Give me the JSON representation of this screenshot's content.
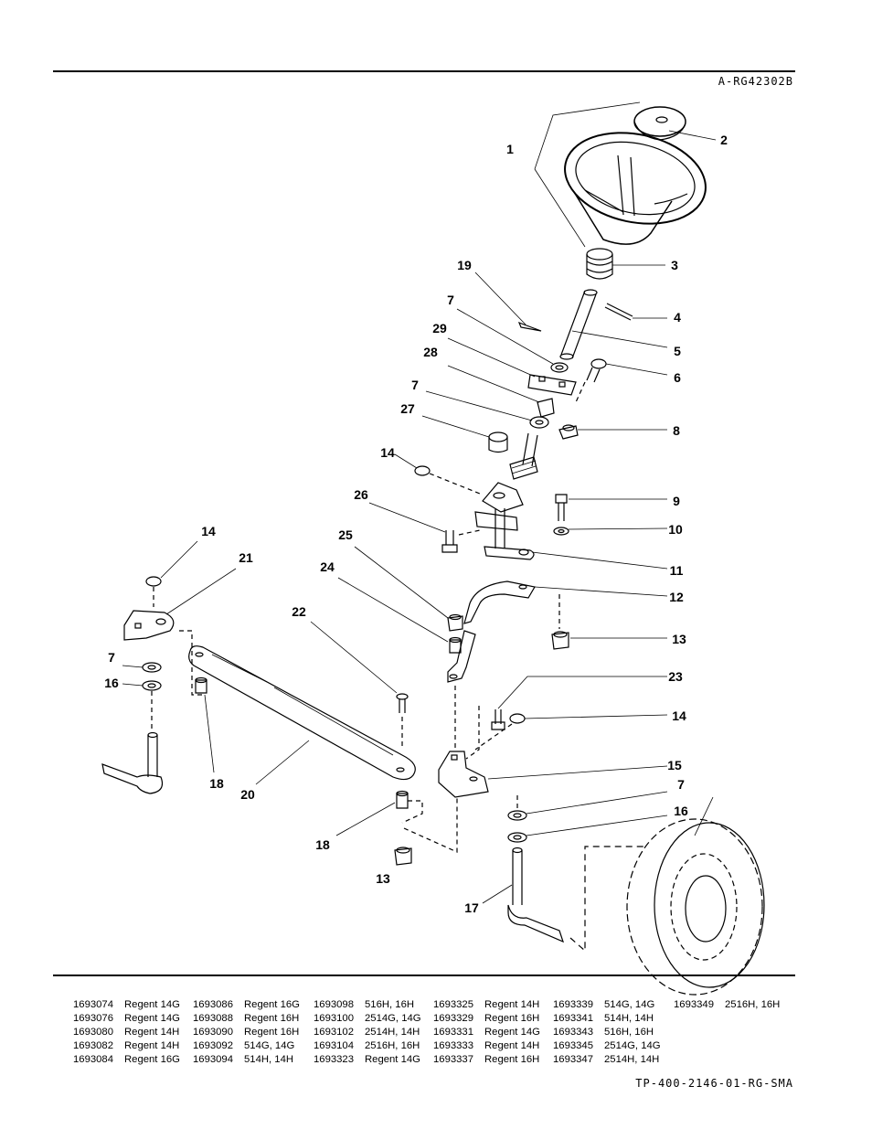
{
  "header": {
    "diagram_code": "A-RG42302B"
  },
  "footer": {
    "document_code": "TP-400-2146-01-RG-SMA"
  },
  "callouts": [
    "1",
    "2",
    "3",
    "4",
    "5",
    "6",
    "7",
    "8",
    "9",
    "10",
    "11",
    "12",
    "13",
    "14",
    "15",
    "16",
    "17",
    "18",
    "19",
    "20",
    "21",
    "22",
    "23",
    "24",
    "25",
    "26",
    "27",
    "28",
    "29"
  ],
  "model_table": [
    [
      [
        "1693074",
        "Regent 14G"
      ],
      [
        "1693076",
        "Regent 14G"
      ],
      [
        "1693080",
        "Regent 14H"
      ],
      [
        "1693082",
        "Regent 14H"
      ],
      [
        "1693084",
        "Regent 16G"
      ]
    ],
    [
      [
        "1693086",
        "Regent 16G"
      ],
      [
        "1693088",
        "Regent 16H"
      ],
      [
        "1693090",
        "Regent 16H"
      ],
      [
        "1693092",
        "514G, 14G"
      ],
      [
        "1693094",
        "514H, 14H"
      ]
    ],
    [
      [
        "1693098",
        "516H, 16H"
      ],
      [
        "1693100",
        "2514G, 14G"
      ],
      [
        "1693102",
        "2514H, 14H"
      ],
      [
        "1693104",
        "2516H, 16H"
      ],
      [
        "1693323",
        "Regent 14G"
      ]
    ],
    [
      [
        "1693325",
        "Regent 14H"
      ],
      [
        "1693329",
        "Regent 16H"
      ],
      [
        "1693331",
        "Regent 14G"
      ],
      [
        "1693333",
        "Regent 14H"
      ],
      [
        "1693337",
        "Regent 16H"
      ]
    ],
    [
      [
        "1693339",
        "514G, 14G"
      ],
      [
        "1693341",
        "514H, 14H"
      ],
      [
        "1693343",
        "516H, 16H"
      ],
      [
        "1693345",
        "2514G, 14G"
      ],
      [
        "1693347",
        "2514H, 14H"
      ]
    ],
    [
      [
        "1693349",
        "2516H, 16H"
      ]
    ]
  ]
}
